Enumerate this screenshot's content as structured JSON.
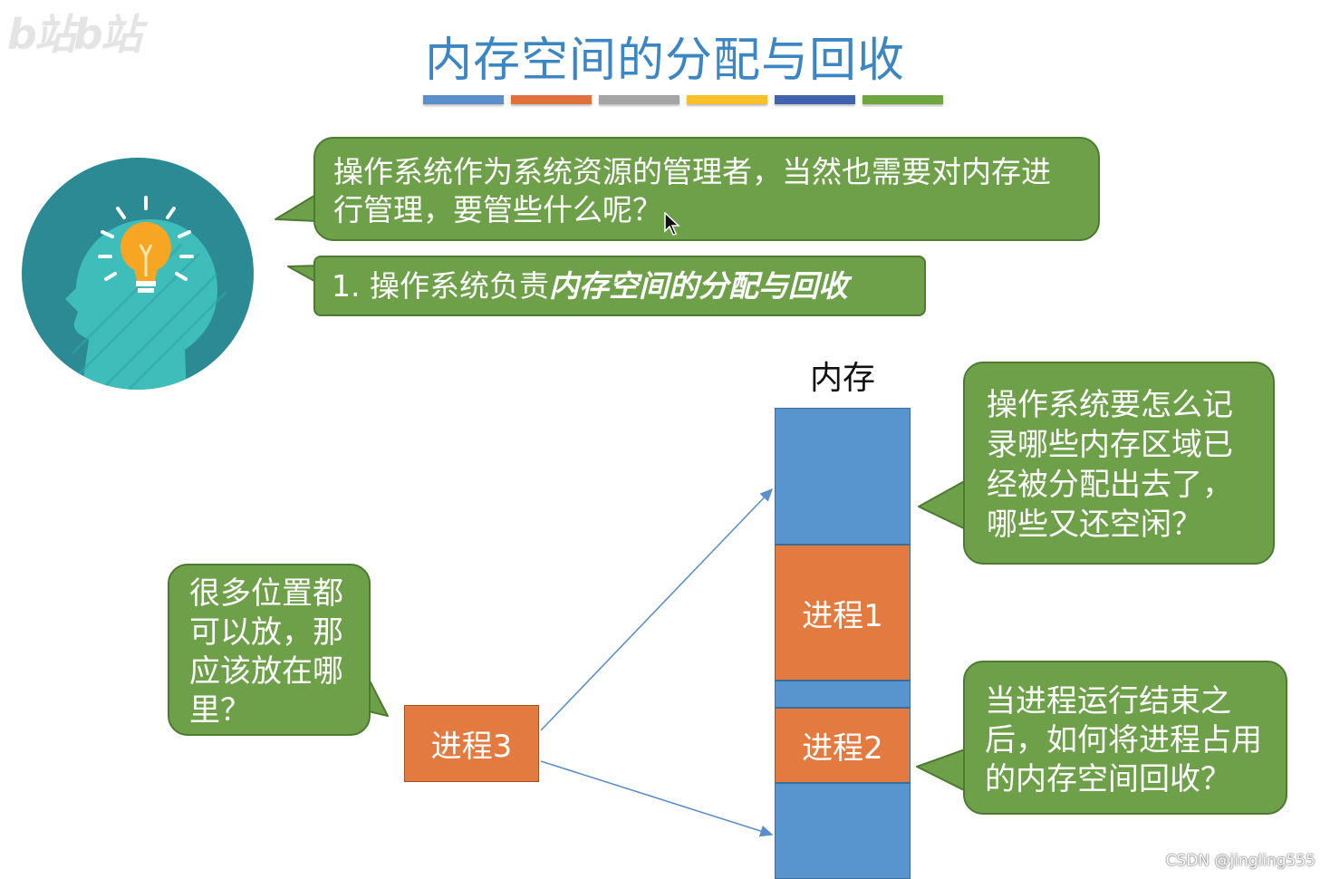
{
  "slide": {
    "title": "内存空间的分配与回收",
    "title_color": "#3c86c4",
    "title_bar_colors": [
      "#5b8fcc",
      "#e0713a",
      "#a5a5a5",
      "#fbbf2a",
      "#3f64ad",
      "#6ea53f"
    ]
  },
  "bubbles": {
    "intro": "操作系统作为系统资源的管理者，当然也需要对内存进行管理，要管些什么呢？",
    "point1_prefix": "1. 操作系统负责",
    "point1_emphasis": "内存空间的分配与回收",
    "record_question": "操作系统要怎么记录哪些内存区域已经被分配出去了，哪些又还空闲？",
    "recycle_question": "当进程运行结束之后，如何将进程占用的内存空间回收？",
    "placement_question": "很多位置都可以放，那应该放在哪里？"
  },
  "memory": {
    "label": "内存",
    "process1": "进程1",
    "process2": "进程2"
  },
  "incoming_process": "进程3",
  "colors": {
    "bubble_green": "#6ea04a",
    "memory_free": "#5894cd",
    "process_orange": "#e37a40",
    "avatar_circle": "#2c8a94"
  },
  "icons": [
    "head-lightbulb-icon",
    "mouse-cursor-icon"
  ],
  "watermark": "CSDN @jingling555"
}
